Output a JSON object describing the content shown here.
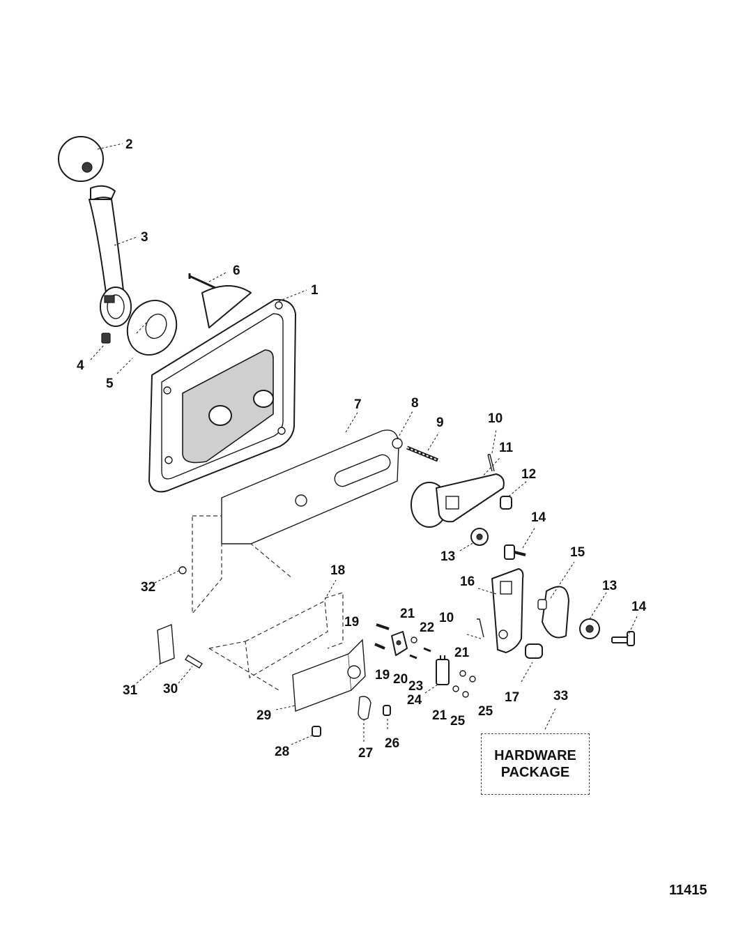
{
  "callouts": [
    "1",
    "2",
    "3",
    "4",
    "5",
    "6",
    "7",
    "8",
    "9",
    "10",
    "10",
    "11",
    "12",
    "13",
    "13",
    "14",
    "14",
    "15",
    "16",
    "17",
    "18",
    "19",
    "19",
    "20",
    "21",
    "21",
    "21",
    "22",
    "23",
    "24",
    "25",
    "25",
    "26",
    "27",
    "28",
    "29",
    "30",
    "31",
    "32",
    "33"
  ],
  "hardware_box": {
    "line1": "HARDWARE",
    "line2": "PACKAGE"
  },
  "figure_number": "11415"
}
